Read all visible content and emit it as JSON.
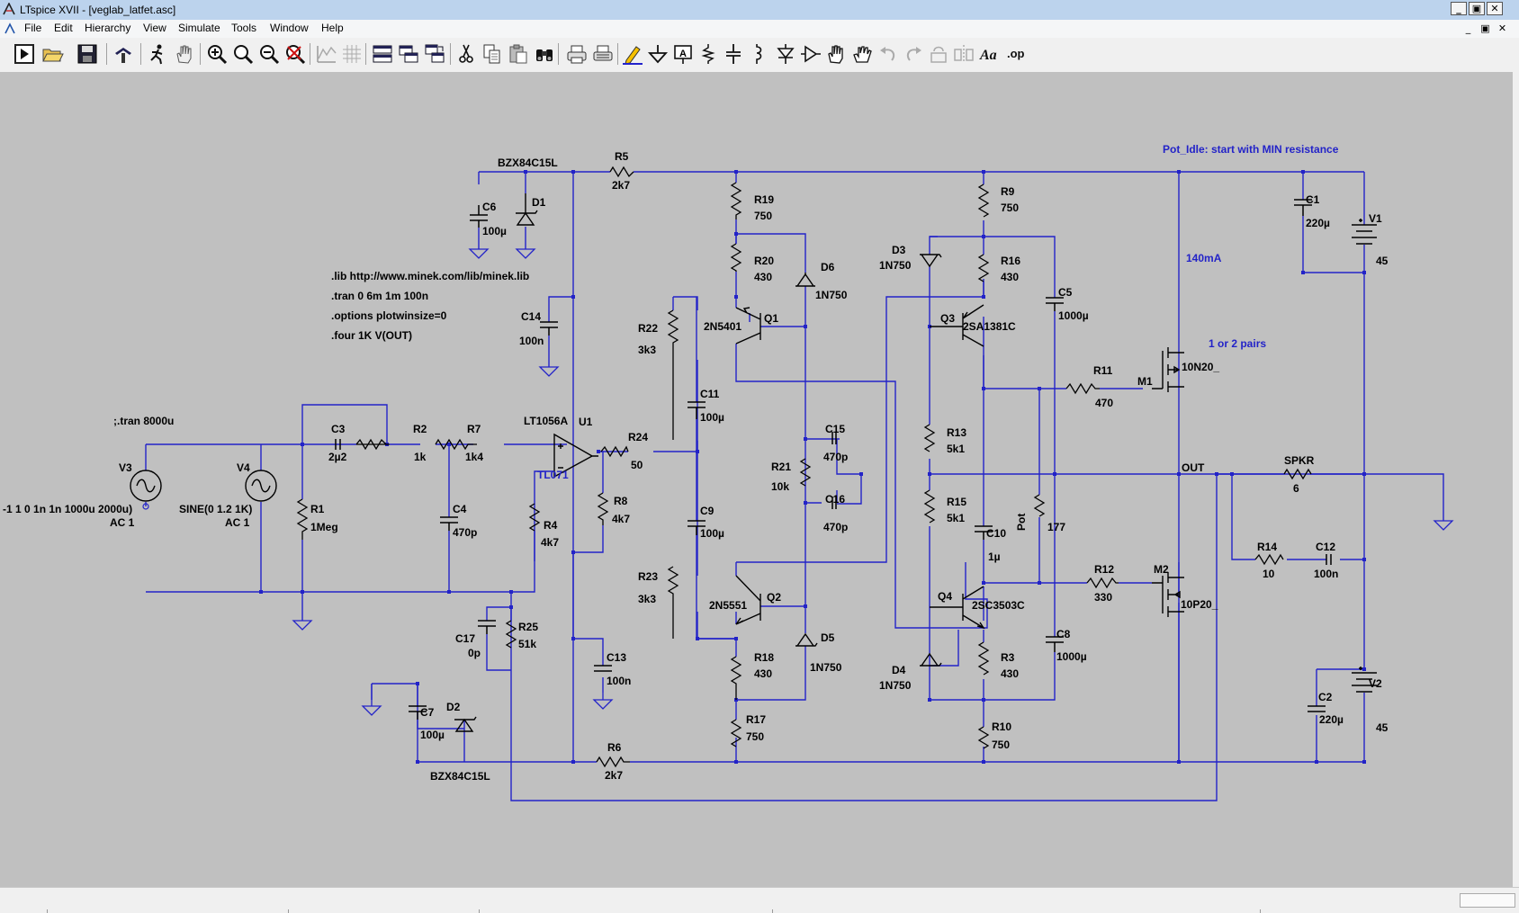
{
  "window": {
    "title": "LTspice XVII - [veglab_latfet.asc]",
    "caption_buttons": [
      "_",
      "▣",
      "✕"
    ],
    "mdi_buttons": [
      "_",
      "▣",
      "✕"
    ]
  },
  "menu": [
    "File",
    "Edit",
    "Hierarchy",
    "View",
    "Simulate",
    "Tools",
    "Window",
    "Help"
  ],
  "toolbar": [
    "run-icon",
    "open-icon",
    "save-icon",
    "control-panel-icon",
    "pick-trace-icon",
    "pan-hand-icon",
    "zoom-in-icon",
    "zoom-full-icon",
    "zoom-out-icon",
    "zoom-cancel-icon",
    "autorange-icon",
    "grid-icon",
    "tile-horizontal-icon",
    "tile-vertical-icon",
    "cascade-icon",
    "cut-icon",
    "copy-icon",
    "paste-icon",
    "find-icon",
    "print-icon",
    "print-preview-icon",
    "draw-wire-icon",
    "ground-icon",
    "label-net-icon",
    "resistor-icon",
    "capacitor-icon",
    "inductor-icon",
    "diode-icon",
    "component-icon",
    "move-icon",
    "drag-icon",
    "undo-icon",
    "redo-icon",
    "rotate-icon",
    "mirror-icon",
    "text-icon",
    "spice-directive-icon"
  ],
  "schematic": {
    "colors": {
      "background": "#c0c0c0",
      "wire": "#2323c8",
      "component": "#000000",
      "text": "#000000",
      "comment": "#2323c8"
    },
    "comments": {
      "pot_idle": "Pot_Idle: start with MIN resistance",
      "idle_current": "140mA",
      "pairs": "1 or 2 pairs"
    },
    "directives": [
      ".lib http://www.minek.com/lib/minek.lib",
      ".tran 0 6m 1m 100n",
      ".options plotwinsize=0",
      ".four 1K V(OUT)"
    ],
    "tran_comment": ";.tran 8000u",
    "net_out": "OUT",
    "labels": [
      {
        "id": "bzx_top",
        "text": "BZX84C15L"
      },
      {
        "id": "R5",
        "text": "R5"
      },
      {
        "id": "R5v",
        "text": "2k7"
      },
      {
        "id": "C6",
        "text": "C6"
      },
      {
        "id": "C6v",
        "text": "100µ"
      },
      {
        "id": "D1",
        "text": "D1"
      },
      {
        "id": "C14",
        "text": "C14"
      },
      {
        "id": "C14v",
        "text": "100n"
      },
      {
        "id": "R19",
        "text": "R19"
      },
      {
        "id": "R19v",
        "text": "750"
      },
      {
        "id": "R20",
        "text": "R20"
      },
      {
        "id": "R20v",
        "text": "430"
      },
      {
        "id": "D6",
        "text": "D6"
      },
      {
        "id": "D6v",
        "text": "1N750"
      },
      {
        "id": "Q1",
        "text": "Q1"
      },
      {
        "id": "Q1v",
        "text": "2N5401"
      },
      {
        "id": "R22",
        "text": "R22"
      },
      {
        "id": "R22v",
        "text": "3k3"
      },
      {
        "id": "C11",
        "text": "C11"
      },
      {
        "id": "C11v",
        "text": "100µ"
      },
      {
        "id": "C15",
        "text": "C15"
      },
      {
        "id": "C15v",
        "text": "470p"
      },
      {
        "id": "R21",
        "text": "R21"
      },
      {
        "id": "R21v",
        "text": "10k"
      },
      {
        "id": "C16",
        "text": "C16"
      },
      {
        "id": "C16v",
        "text": "470p"
      },
      {
        "id": "C9",
        "text": "C9"
      },
      {
        "id": "C9v",
        "text": "100µ"
      },
      {
        "id": "R23",
        "text": "R23"
      },
      {
        "id": "R23v",
        "text": "3k3"
      },
      {
        "id": "Q2",
        "text": "Q2"
      },
      {
        "id": "Q2v",
        "text": "2N5551"
      },
      {
        "id": "R18",
        "text": "R18"
      },
      {
        "id": "R18v",
        "text": "430"
      },
      {
        "id": "D5",
        "text": "D5"
      },
      {
        "id": "D5v",
        "text": "1N750"
      },
      {
        "id": "R17",
        "text": "R17"
      },
      {
        "id": "R17v",
        "text": "750"
      },
      {
        "id": "R9",
        "text": "R9"
      },
      {
        "id": "R9v",
        "text": "750"
      },
      {
        "id": "D3",
        "text": "D3"
      },
      {
        "id": "D3v",
        "text": "1N750"
      },
      {
        "id": "R16",
        "text": "R16"
      },
      {
        "id": "R16v",
        "text": "430"
      },
      {
        "id": "C5",
        "text": "C5"
      },
      {
        "id": "C5v",
        "text": "1000µ"
      },
      {
        "id": "Q3",
        "text": "Q3"
      },
      {
        "id": "Q3v",
        "text": "2SA1381C"
      },
      {
        "id": "R13",
        "text": "R13"
      },
      {
        "id": "R13v",
        "text": "5k1"
      },
      {
        "id": "R15",
        "text": "R15"
      },
      {
        "id": "R15v",
        "text": "5k1"
      },
      {
        "id": "C10",
        "text": "C10"
      },
      {
        "id": "C10v",
        "text": "1µ"
      },
      {
        "id": "Pot",
        "text": "Pot"
      },
      {
        "id": "Potv",
        "text": "177"
      },
      {
        "id": "Q4",
        "text": "Q4"
      },
      {
        "id": "Q4v",
        "text": "2SC3503C"
      },
      {
        "id": "C8",
        "text": "C8"
      },
      {
        "id": "C8v",
        "text": "1000µ"
      },
      {
        "id": "D4",
        "text": "D4"
      },
      {
        "id": "D4v",
        "text": "1N750"
      },
      {
        "id": "R3",
        "text": "R3"
      },
      {
        "id": "R3v",
        "text": "430"
      },
      {
        "id": "R10",
        "text": "R10"
      },
      {
        "id": "R10v",
        "text": "750"
      },
      {
        "id": "C1",
        "text": "C1"
      },
      {
        "id": "C1v",
        "text": "220µ"
      },
      {
        "id": "V1",
        "text": "V1"
      },
      {
        "id": "V1v",
        "text": "45"
      },
      {
        "id": "R11",
        "text": "R11"
      },
      {
        "id": "R11v",
        "text": "470"
      },
      {
        "id": "M1",
        "text": "M1"
      },
      {
        "id": "M1v",
        "text": "10N20_"
      },
      {
        "id": "SPKR",
        "text": "SPKR"
      },
      {
        "id": "SPKRv",
        "text": "6"
      },
      {
        "id": "R14",
        "text": "R14"
      },
      {
        "id": "R14v",
        "text": "10"
      },
      {
        "id": "C12",
        "text": "C12"
      },
      {
        "id": "C12v",
        "text": "100n"
      },
      {
        "id": "R12",
        "text": "R12"
      },
      {
        "id": "R12v",
        "text": "330"
      },
      {
        "id": "M2",
        "text": "M2"
      },
      {
        "id": "M2v",
        "text": "10P20_"
      },
      {
        "id": "C2",
        "text": "C2"
      },
      {
        "id": "C2v",
        "text": "220µ"
      },
      {
        "id": "V2",
        "text": "V2"
      },
      {
        "id": "V2v",
        "text": "45"
      },
      {
        "id": "V3",
        "text": "V3"
      },
      {
        "id": "V3v1",
        "text": "-1 1 0 1n 1n 1000u 2000u)"
      },
      {
        "id": "V3v2",
        "text": "AC 1"
      },
      {
        "id": "V4",
        "text": "V4"
      },
      {
        "id": "V4v1",
        "text": "SINE(0 1.2 1K)"
      },
      {
        "id": "V4v2",
        "text": "AC 1"
      },
      {
        "id": "C3",
        "text": "C3"
      },
      {
        "id": "C3v",
        "text": "2µ2"
      },
      {
        "id": "R2",
        "text": "R2"
      },
      {
        "id": "R2v",
        "text": "1k"
      },
      {
        "id": "R7",
        "text": "R7"
      },
      {
        "id": "R7v",
        "text": "1k4"
      },
      {
        "id": "R1",
        "text": "R1"
      },
      {
        "id": "R1v",
        "text": "1Meg"
      },
      {
        "id": "C4",
        "text": "C4"
      },
      {
        "id": "C4v",
        "text": "470p"
      },
      {
        "id": "U1a",
        "text": "LT1056A"
      },
      {
        "id": "U1",
        "text": "U1"
      },
      {
        "id": "U1b",
        "text": "TL071"
      },
      {
        "id": "R24",
        "text": "R24"
      },
      {
        "id": "R24v",
        "text": "50"
      },
      {
        "id": "R8",
        "text": "R8"
      },
      {
        "id": "R8v",
        "text": "4k7"
      },
      {
        "id": "R4",
        "text": "R4"
      },
      {
        "id": "R4v",
        "text": "4k7"
      },
      {
        "id": "C17",
        "text": "C17"
      },
      {
        "id": "C17v",
        "text": "0p"
      },
      {
        "id": "R25",
        "text": "R25"
      },
      {
        "id": "R25v",
        "text": "51k"
      },
      {
        "id": "C13",
        "text": "C13"
      },
      {
        "id": "C13v",
        "text": "100n"
      },
      {
        "id": "C7",
        "text": "C7"
      },
      {
        "id": "C7v",
        "text": "100µ"
      },
      {
        "id": "D2",
        "text": "D2"
      },
      {
        "id": "bzx_bot",
        "text": "BZX84C15L"
      },
      {
        "id": "R6",
        "text": "R6"
      },
      {
        "id": "R6v",
        "text": "2k7"
      }
    ]
  }
}
